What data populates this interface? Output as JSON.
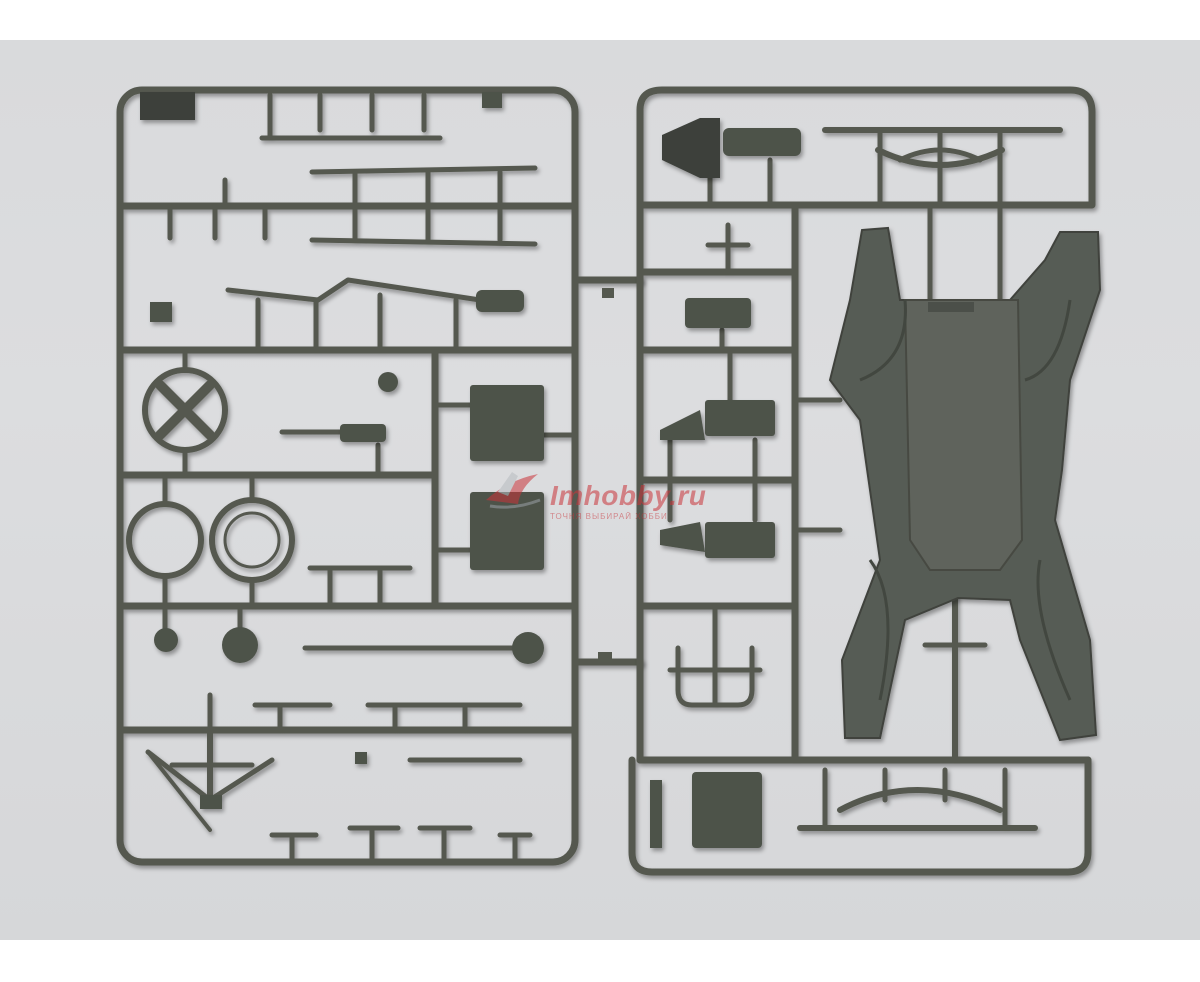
{
  "image": {
    "subject": "plastic model kit sprues",
    "sprue_color": "#55594f",
    "background_color": "#dadbdd"
  },
  "watermark": {
    "site": "Imhobby.ru",
    "tagline": "ТОЧНЯ ВЫБИРАЙ ХОББИ"
  }
}
